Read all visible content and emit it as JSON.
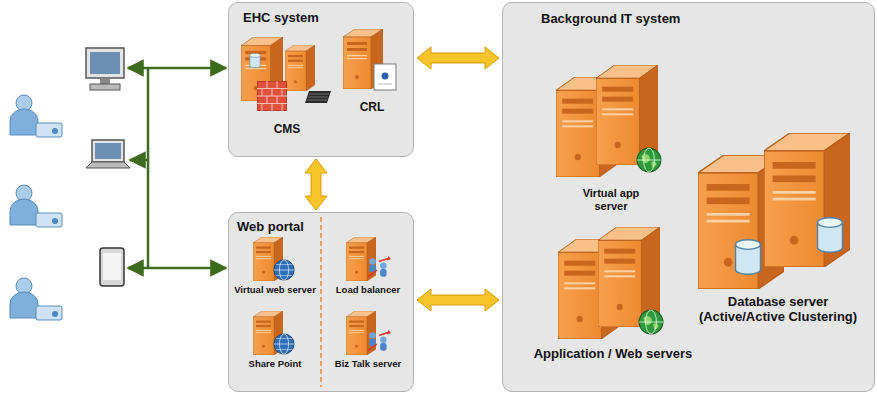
{
  "diagram": {
    "nodes": [
      {
        "text": [
          "EHC system"
        ]
      },
      {
        "text": [
          "CMS"
        ],
        "in": 0
      },
      {
        "text": [
          "CRL"
        ],
        "in": 0
      },
      {
        "text": [
          "Background IT system"
        ]
      },
      {
        "text": [
          "Virtual app server"
        ],
        "in": 3
      },
      {
        "text": [
          "Database server (Active/Active Clustering)"
        ],
        "in": 3
      },
      {
        "text": [
          "Application / Web servers"
        ],
        "in": 3
      },
      {
        "text": [
          "Web portal"
        ]
      },
      {
        "text": [
          "Virtual web server"
        ],
        "in": 7
      },
      {
        "text": [
          "Load balancer"
        ],
        "in": 7
      },
      {
        "text": [
          "Share Point"
        ],
        "in": 7
      },
      {
        "text": [
          "Biz Talk server"
        ],
        "in": 7
      }
    ],
    "edges": [
      {
        "from": 0,
        "to": 3,
        "arrow": "both"
      },
      {
        "from": 0,
        "to": 7,
        "arrow": "both"
      },
      {
        "from": 7,
        "to": 3,
        "arrow": "both"
      }
    ]
  }
}
